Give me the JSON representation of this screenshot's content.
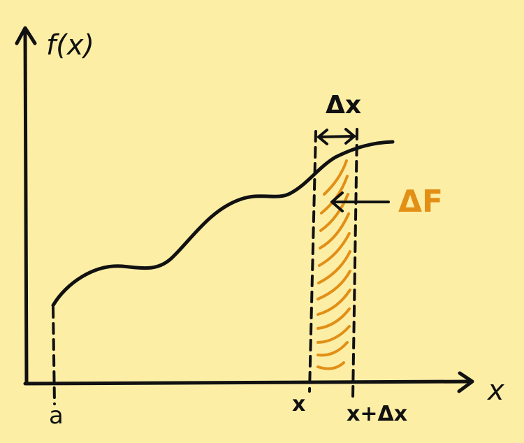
{
  "diagram": {
    "labels": {
      "y_axis": "f(x)",
      "x_axis": "x",
      "lower_bound": "a",
      "point_x": "x",
      "point_x_plus": "x+Δx",
      "delta_x": "Δx",
      "delta_F": "ΔF"
    },
    "colors": {
      "background": "#fdeea6",
      "ink": "#111111",
      "accent": "#e28f16"
    }
  }
}
